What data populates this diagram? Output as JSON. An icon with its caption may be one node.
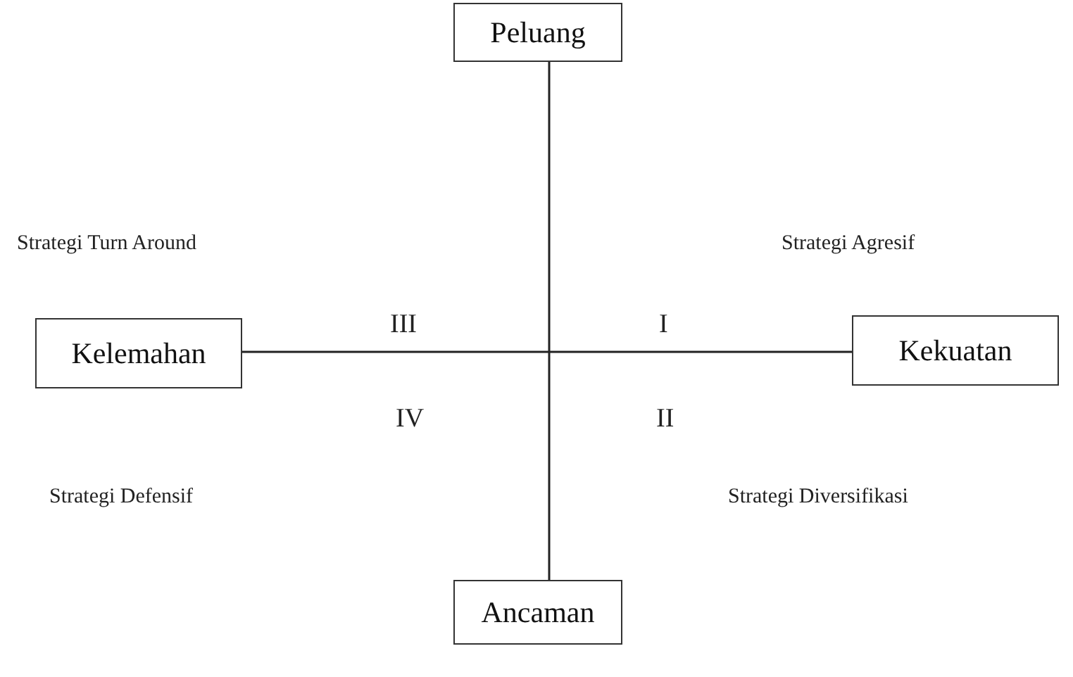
{
  "diagram": {
    "nodes": [
      {
        "text": [
          "Peluang"
        ]
      },
      {
        "text": [
          "Kelemahan"
        ]
      },
      {
        "text": [
          "Kekuatan"
        ]
      },
      {
        "text": [
          "Ancaman"
        ]
      }
    ],
    "edges": [
      {
        "from": 0,
        "to": 3,
        "arrow": "none"
      },
      {
        "from": 1,
        "to": 2,
        "arrow": "none"
      }
    ],
    "labels": [
      "Strategi Turn Around",
      "Strategi Agresif",
      "III",
      "I",
      "IV",
      "II",
      "Strategi Defensif",
      "Strategi Diversifikasi"
    ]
  }
}
